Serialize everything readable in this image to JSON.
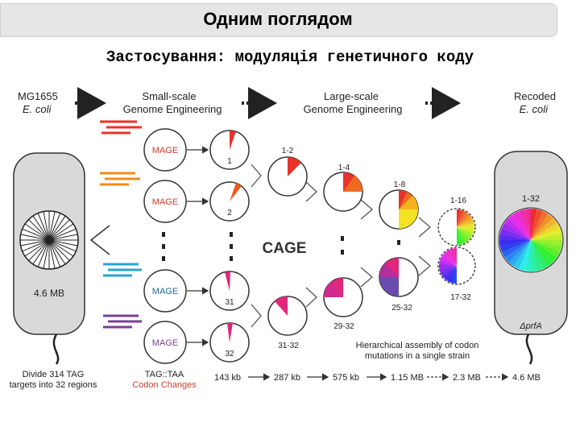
{
  "header": {
    "title": "Одним поглядом",
    "subtitle": "Застосування: модуляція генетичного коду"
  },
  "diagram": {
    "stage_start": [
      "MG1655",
      "E. coli"
    ],
    "stage_small": [
      "Small-scale",
      "Genome Engineering"
    ],
    "stage_large": [
      "Large-scale",
      "Genome Engineering"
    ],
    "stage_end": [
      "Recoded",
      "E. coli"
    ],
    "mage_label": "MAGE",
    "cage_label": "CAGE",
    "genome_size": "4.6 MB",
    "prfa_label": "ΔprfA",
    "divide_text": [
      "Divide 314 TAG",
      "targets into 32 regions"
    ],
    "codon_text": [
      "TAG::TAA",
      "Codon Changes"
    ],
    "hierarchy_text": [
      "Hierarchical assembly of codon",
      "mutations in a single strain"
    ],
    "circle_labels": {
      "c1": "1",
      "c2": "2",
      "c31": "31",
      "c32": "32",
      "m12": "1-2",
      "m3132": "31-32",
      "m14": "1-4",
      "m2932": "29-32",
      "m18": "1-8",
      "m2532": "25-32",
      "m116": "1-16",
      "m1732": "17-32",
      "m132": "1-32"
    },
    "sizes": [
      "143 kb",
      "287 kb",
      "575 kb",
      "1.15 MB",
      "2.3 MB",
      "4.6 MB"
    ],
    "colors": {
      "red": "#e8322a",
      "orange": "#ef8c1f",
      "cyan": "#27a6cf",
      "purple": "#7b3f98",
      "mage_red": "#d23c2c",
      "magenta": "#e0277a",
      "cell_fill": "#d9d9d9"
    }
  }
}
